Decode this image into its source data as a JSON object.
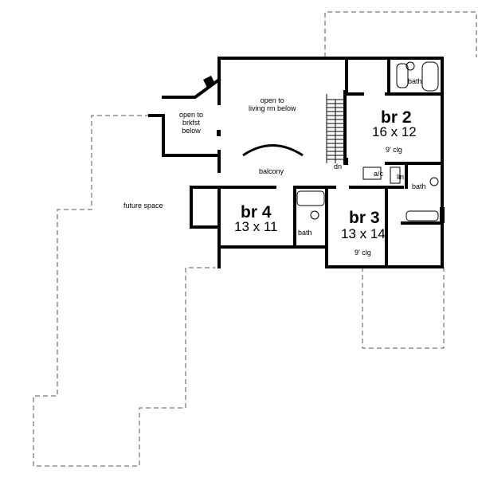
{
  "rooms": {
    "open_brkfst": [
      "open to",
      "brkfst",
      "below"
    ],
    "open_living": [
      "open to",
      "living rm below"
    ],
    "br2": {
      "name": "br 2",
      "size": "16 x 12",
      "ceiling": "9' clg"
    },
    "br3": {
      "name": "br 3",
      "size": "13 x 14",
      "ceiling": "9' clg"
    },
    "br4": {
      "name": "br 4",
      "size": "13 x 11"
    },
    "balcony": "balcony",
    "dn": "dn",
    "ac": "a/c",
    "lin": "lin",
    "bath_br2": "bath",
    "bath_br3": "bath",
    "bath_br4": "bath",
    "future_space": "future space"
  },
  "colors": {
    "wall": "#000000",
    "dashed_outline": "#555555",
    "background": "#ffffff"
  }
}
